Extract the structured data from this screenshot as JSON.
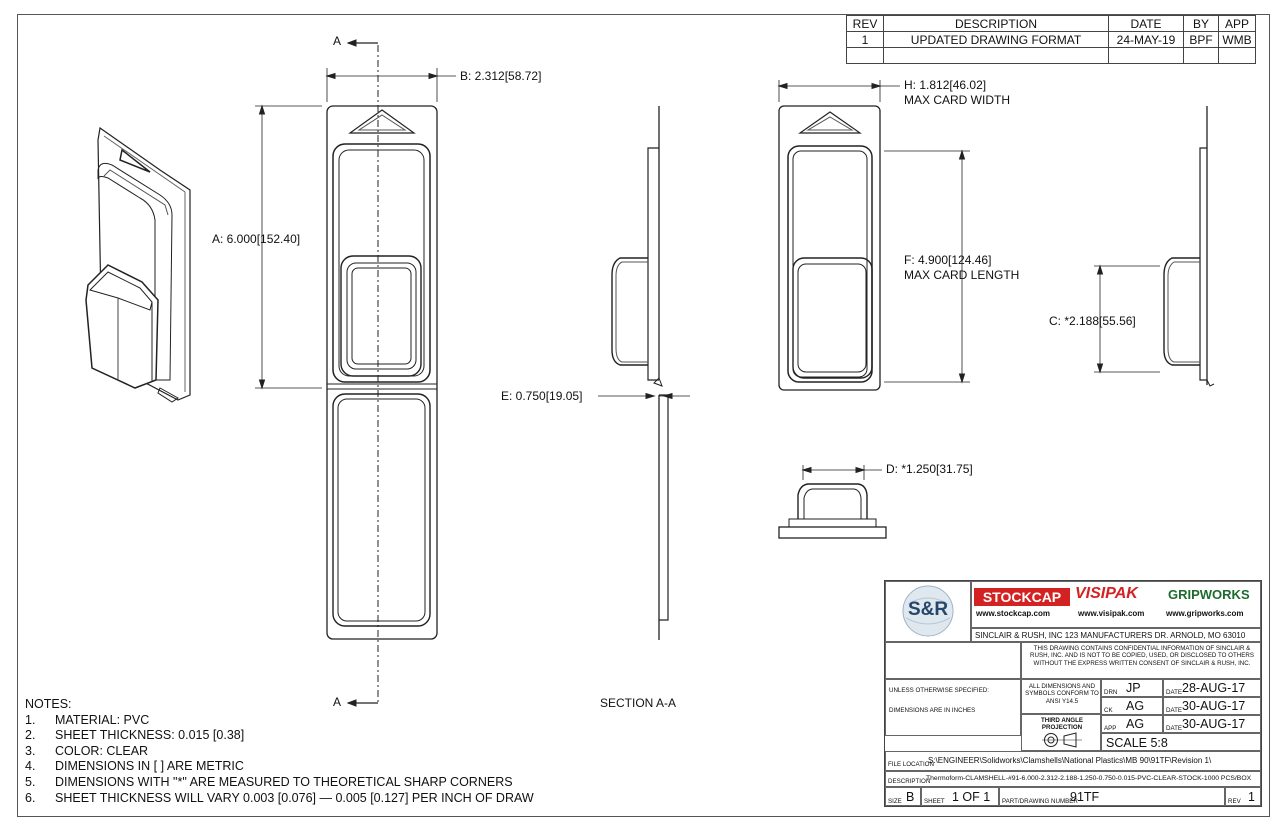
{
  "revision_table": {
    "headers": [
      "REV",
      "DESCRIPTION",
      "DATE",
      "BY",
      "APP"
    ],
    "rows": [
      [
        "1",
        "UPDATED DRAWING FORMAT",
        "24-MAY-19",
        "BPF",
        "WMB"
      ]
    ]
  },
  "dimensions": {
    "a": "A: 6.000",
    "a_metric": "[152.40]",
    "b": "B: 2.312",
    "b_metric": "[58.72]",
    "c": "C: *2.188",
    "c_metric": "[55.56]",
    "d": "D: *1.250",
    "d_metric": "[31.75]",
    "e": "E: 0.750",
    "e_metric": "[19.05]",
    "f": "F: 4.900",
    "f_metric": "[124.46]",
    "f_note": "MAX CARD LENGTH",
    "h": "H: 1.812",
    "h_metric": "[46.02]",
    "h_note": "MAX CARD WIDTH"
  },
  "section_label": "A",
  "section_caption": "SECTION A-A",
  "notes": {
    "title": "NOTES:",
    "items": [
      {
        "num": "1.",
        "text": "MATERIAL: PVC"
      },
      {
        "num": "2.",
        "text": "SHEET THICKNESS: 0.015 [0.38]"
      },
      {
        "num": "3.",
        "text": "COLOR: CLEAR"
      },
      {
        "num": "4.",
        "text": "DIMENSIONS IN [ ] ARE METRIC"
      },
      {
        "num": "5.",
        "text": "DIMENSIONS WITH \"*\" ARE MEASURED TO THEORETICAL SHARP CORNERS"
      },
      {
        "num": "6.",
        "text": "SHEET THICKNESS WILL VARY 0.003 [0.076] — 0.005 [0.127] PER INCH OF DRAW"
      }
    ]
  },
  "title_block": {
    "logo_sr": "S&R",
    "brand1": "STOCKCAP",
    "brand1_url": "www.stockcap.com",
    "brand2": "VISIPAK",
    "brand2_url": "www.visipak.com",
    "brand3": "GRIPWORKS",
    "brand3_url": "www.gripworks.com",
    "address": "SINCLAIR & RUSH, INC 123 MANUFACTURERS DR. ARNOLD, MO 63010",
    "confidential": "THIS DRAWING CONTAINS CONFIDENTIAL INFORMATION OF SINCLAIR & RUSH, INC. AND IS NOT TO BE COPIED, USED, OR DISCLOSED TO OTHERS WITHOUT THE EXPRESS WRITTEN CONSENT OF SINCLAIR & RUSH, INC.",
    "unless": "UNLESS OTHERWISE SPECIFIED:",
    "dims_inches": "DIMENSIONS ARE IN INCHES",
    "ansi": "ALL DIMENSIONS AND SYMBOLS CONFORM TO ANSI Y14.5",
    "projection": "THIRD ANGLE PROJECTION",
    "drn_label": "DRN",
    "drn": "JP",
    "drn_date": "28-AUG-17",
    "chk_label": "CK",
    "chk": "AG",
    "chk_date": "30-AUG-17",
    "app_label": "APP",
    "app": "AG",
    "app_date": "30-AUG-17",
    "date_label": "DATE",
    "scale": "SCALE 5:8",
    "file_location_label": "FILE LOCATION",
    "file_location": "S:\\ENGINEER\\Solidworks\\Clamshells\\National Plastics\\MB 90\\91TF\\Revision 1\\",
    "description_label": "DESCRIPTION",
    "description": "Thermoform-CLAMSHELL-#91-6.000-2.312-2.188-1.250-0.750-0.015-PVC-CLEAR-STOCK-1000 PCS/BOX",
    "size_label": "SIZE",
    "size": "B",
    "sheet_label": "SHEET",
    "sheet": "1 OF 1",
    "part_label": "PART/DRAWING NUMBER",
    "part": "91TF",
    "rev_label": "REV",
    "rev": "1"
  }
}
